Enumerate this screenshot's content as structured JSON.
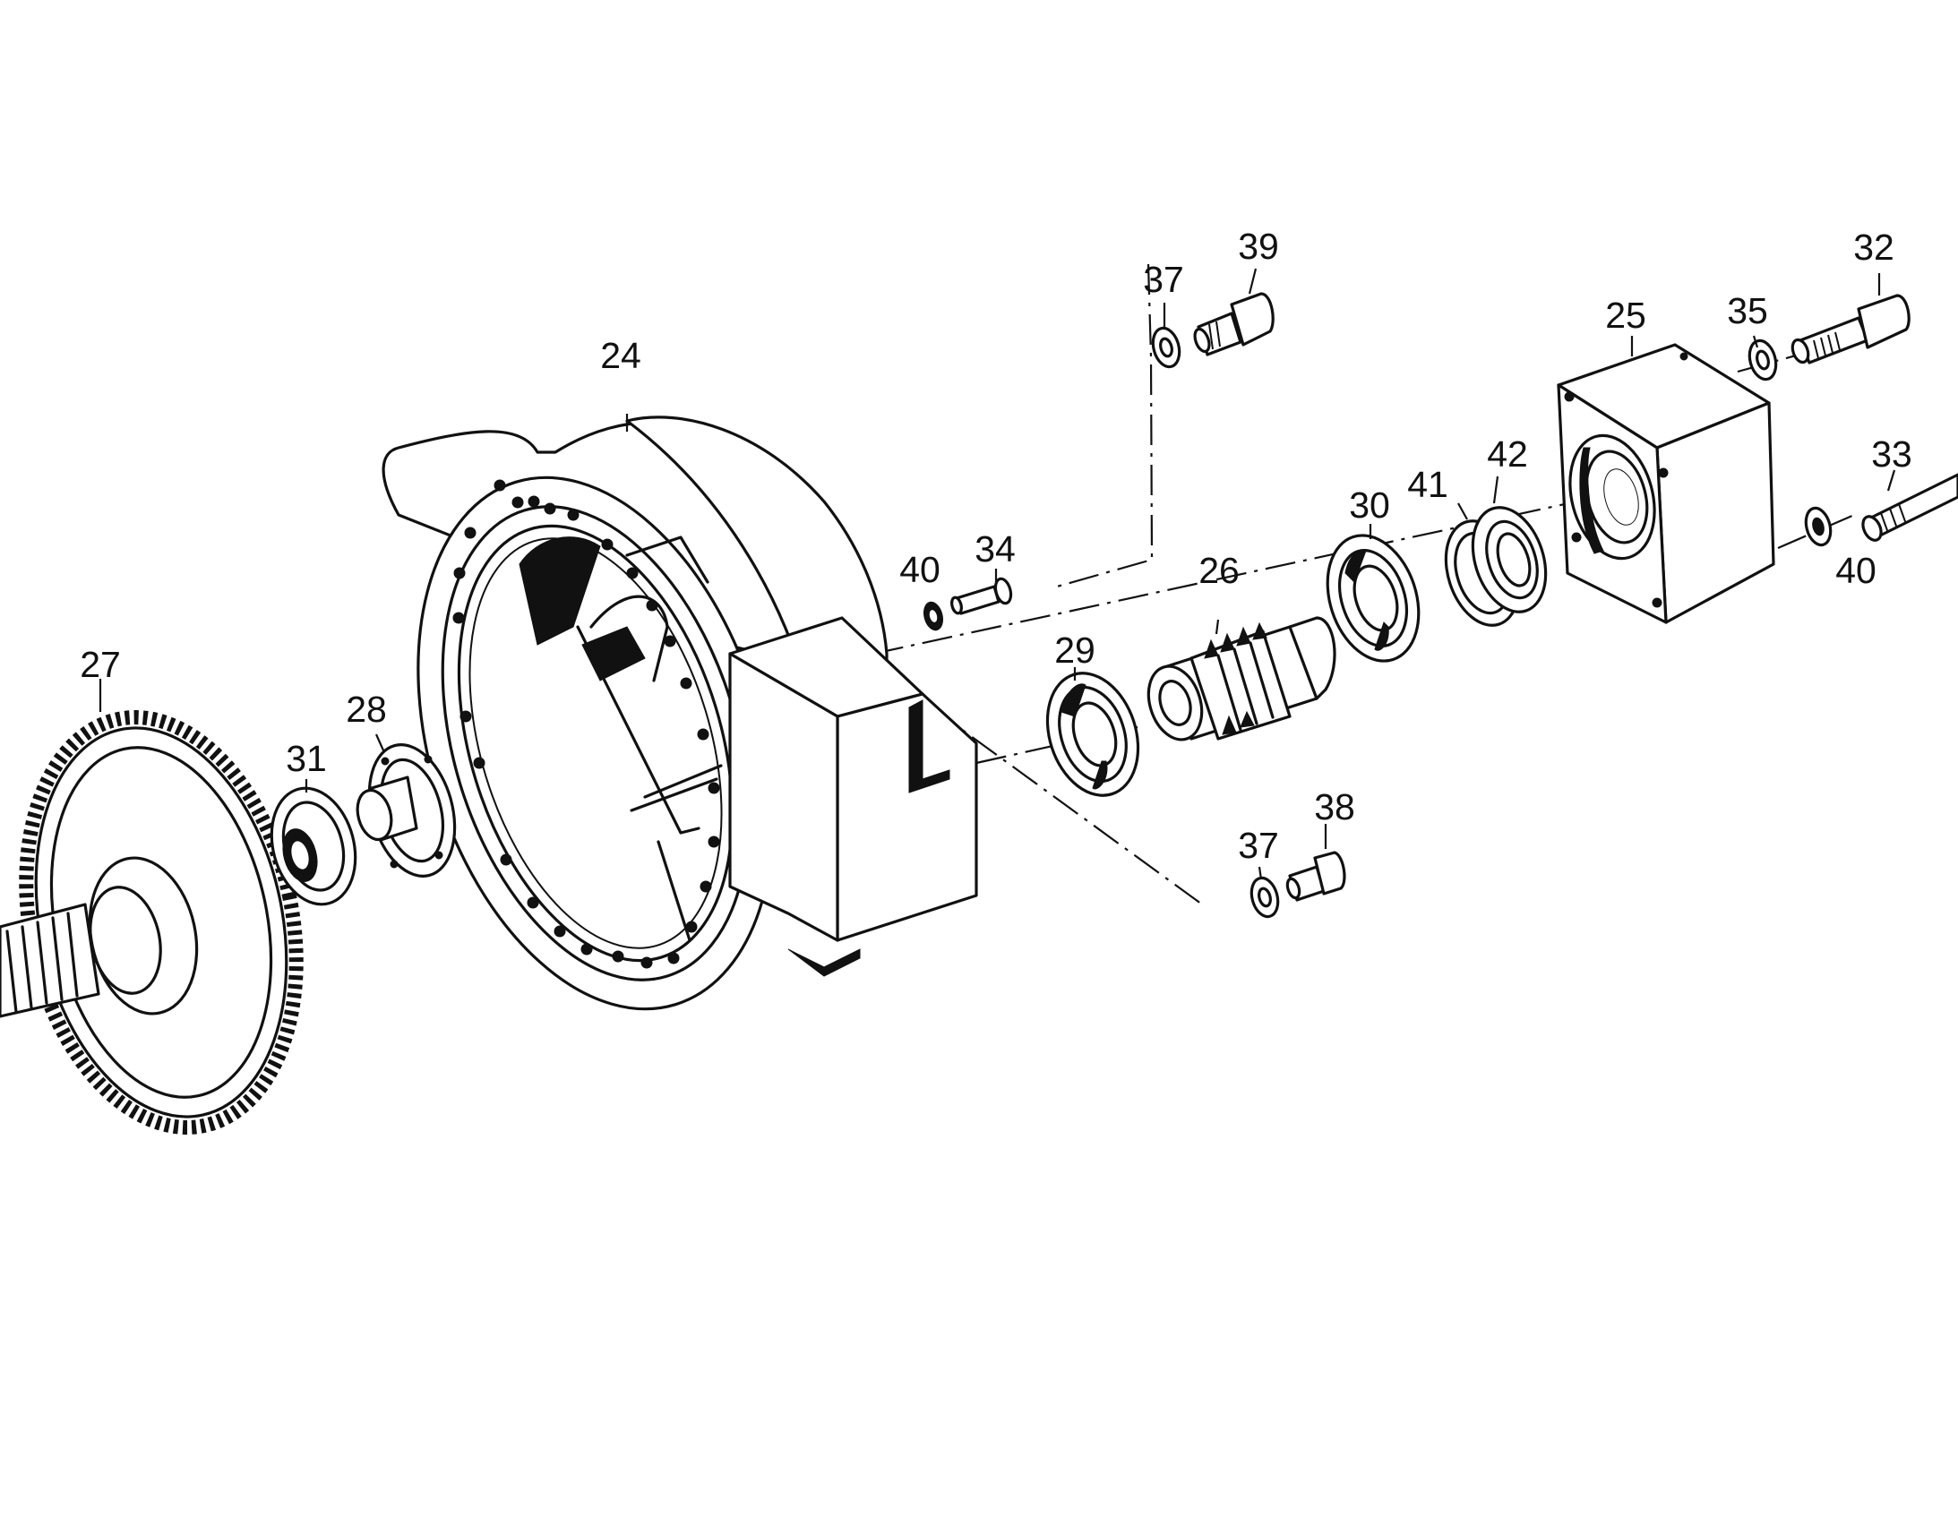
{
  "labels": {
    "p24": "24",
    "p25": "25",
    "p26": "26",
    "p27": "27",
    "p28": "28",
    "p29": "29",
    "p30": "30",
    "p31": "31",
    "p32": "32",
    "p33": "33",
    "p34": "34",
    "p35": "35",
    "p37a": "37",
    "p37b": "37",
    "p38": "38",
    "p39": "39",
    "p40a": "40",
    "p40b": "40",
    "p41": "41",
    "p42": "42"
  }
}
